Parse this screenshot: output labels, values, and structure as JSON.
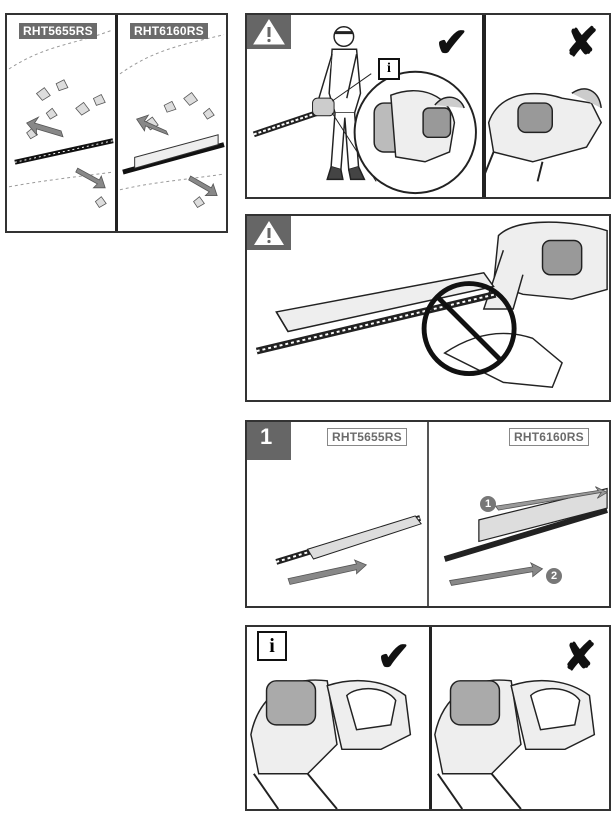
{
  "panel_a": {
    "model_left": "RHT5655RS",
    "model_right": "RHT6160RS"
  },
  "panel_b": {
    "warning_icon": "warning-triangle-icon",
    "info_icon": "info-icon",
    "correct_icon": "checkmark-icon",
    "wrong_icon": "cross-icon",
    "correct_mark": "✔",
    "wrong_mark": "✘",
    "info_letter": "i"
  },
  "panel_c": {
    "warning_icon": "warning-triangle-icon",
    "prohibited_icon": "prohibited-icon"
  },
  "panel_d": {
    "step_number": "1",
    "model_left": "RHT5655RS",
    "model_right": "RHT6160RS",
    "callout_1": "1",
    "callout_2": "2"
  },
  "panel_e": {
    "info_letter": "i",
    "correct_mark": "✔",
    "wrong_mark": "✘"
  }
}
